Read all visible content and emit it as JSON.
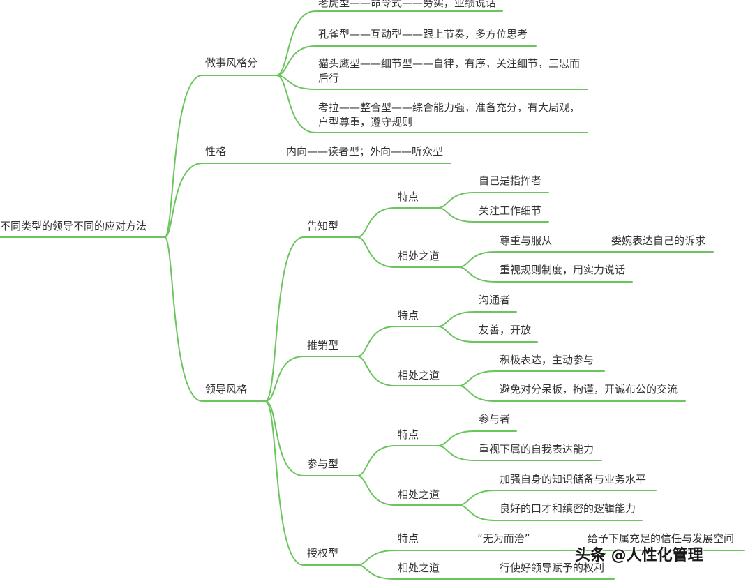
{
  "line_color": "#6cc45e",
  "root": "不同类型的领导不同的应对方法",
  "work_style": {
    "label": "做事风格分",
    "tiger": "老虎型——命令式——务实，业绩说话",
    "peacock": "孔雀型——互动型——跟上节奏，多方位思考",
    "owl": "猫头鹰型——细节型——自律，有序，关注细节，三思而后行",
    "koala": "考拉——整合型——综合能力强，准备充分，有大局观，户型尊重，遵守规则"
  },
  "personality": {
    "label": "性格",
    "detail": "内向——读者型；外向——听众型"
  },
  "leadership": {
    "label": "领导风格",
    "inform": {
      "label": "告知型",
      "traits_label": "特点",
      "traits": [
        "自己是指挥者",
        "关注工作细节"
      ],
      "ways_label": "相处之道",
      "ways": [
        "尊重与服从",
        "重视规则制度，用实力说话"
      ],
      "ways_sub": "委婉表达自己的诉求"
    },
    "sell": {
      "label": "推销型",
      "traits_label": "特点",
      "traits": [
        "沟通者",
        "友善，开放"
      ],
      "ways_label": "相处之道",
      "ways": [
        "积极表达，主动参与",
        "避免对分呆板，拘谨，开诚布公的交流"
      ]
    },
    "participate": {
      "label": "参与型",
      "traits_label": "特点",
      "traits": [
        "参与者",
        "重视下属的自我表达能力"
      ],
      "ways_label": "相处之道",
      "ways": [
        "加强自身的知识储备与业务水平",
        "良好的口才和缜密的逻辑能力"
      ]
    },
    "delegate": {
      "label": "授权型",
      "traits_label": "特点",
      "trait": "“无为而治”",
      "trait_sub": "给予下属充足的信任与发展空间",
      "ways_label": "相处之道",
      "way": "行使好领导赋予的权利"
    }
  },
  "watermark": "头条 @人性化管理"
}
